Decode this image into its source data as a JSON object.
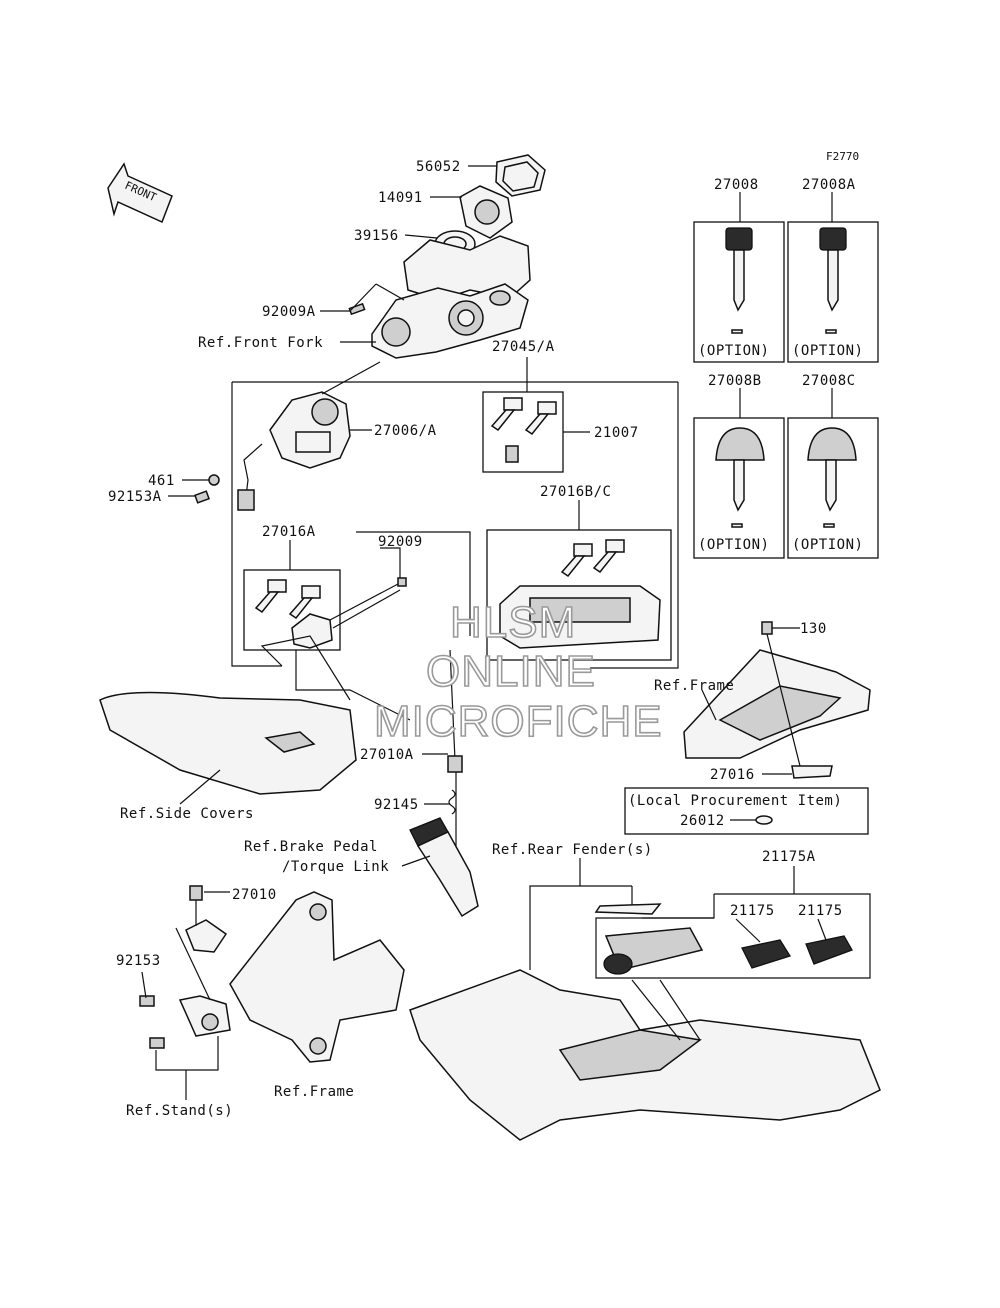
{
  "figure_code": "F2770",
  "front_arrow_label": "FRONT",
  "watermark": [
    "HLSM",
    "ONLINE",
    "MICROFICHE"
  ],
  "labels": {
    "p56052": "56052",
    "p14091": "14091",
    "p39156": "39156",
    "p92009A": "92009A",
    "ref_front_fork": "Ref.Front Fork",
    "p27045A": "27045/A",
    "p27006A": "27006/A",
    "p21007": "21007",
    "p461": "461",
    "p92153A": "92153A",
    "p27016BC": "27016B/C",
    "p27016A": "27016A",
    "p92009": "92009",
    "p27008": "27008",
    "p27008A": "27008A",
    "p27008B": "27008B",
    "p27008C": "27008C",
    "option": "(OPTION)",
    "p130": "130",
    "ref_frame_right": "Ref.Frame",
    "p27016": "27016",
    "local_procurement": "(Local Procurement Item)",
    "p26012": "26012",
    "p27010A": "27010A",
    "p92145": "92145",
    "ref_side_covers": "Ref.Side Covers",
    "ref_brake_pedal_1": "Ref.Brake Pedal",
    "ref_brake_pedal_2": "/Torque Link",
    "ref_rear_fender": "Ref.Rear Fender(s)",
    "p21175A": "21175A",
    "p21175_1": "21175",
    "p21175_2": "21175",
    "p27010": "27010",
    "p92153": "92153",
    "ref_frame_bottom": "Ref.Frame",
    "ref_stands": "Ref.Stand(s)"
  }
}
